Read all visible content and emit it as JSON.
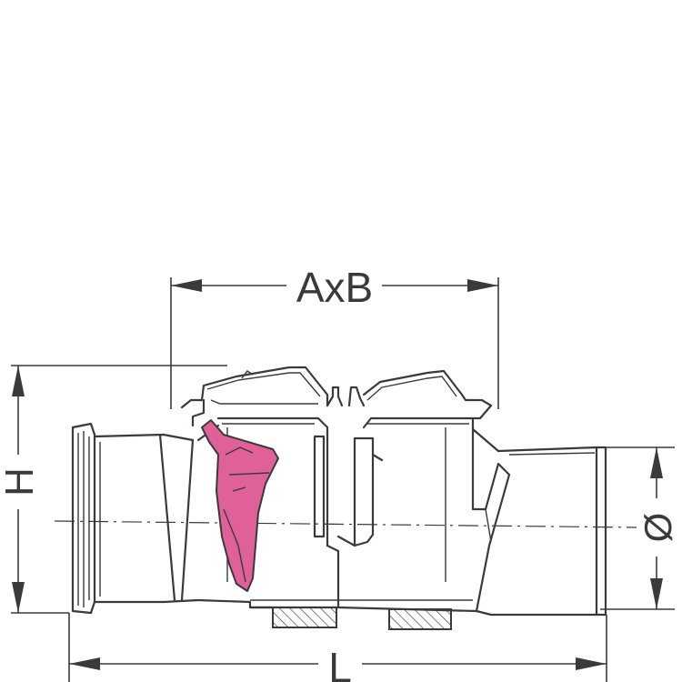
{
  "labels": {
    "width_dimension": "AxB",
    "height_dimension": "H",
    "length_dimension": "L",
    "diameter_symbol": "Ø"
  },
  "colors": {
    "line": "#3a3a3a",
    "flap": "#e0609a",
    "background": "#ffffff"
  }
}
